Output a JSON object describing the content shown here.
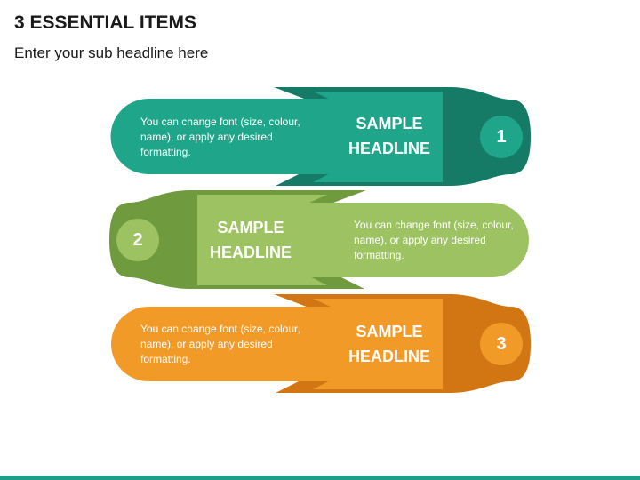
{
  "header": {
    "title": "3 ESSENTIAL ITEMS",
    "subtitle": "Enter your sub headline here"
  },
  "items": [
    {
      "number": "1",
      "headline": "SAMPLE HEADLINE",
      "body": "You can change font (size, colour, name), or apply any desired formatting.",
      "color_main": "#1fa58a",
      "color_dark": "#157a66",
      "color_circle": "#1fa58a"
    },
    {
      "number": "2",
      "headline": "SAMPLE HEADLINE",
      "body": "You can change font (size, colour, name), or apply any desired formatting.",
      "color_main": "#9dc261",
      "color_dark": "#6f9a3d",
      "color_circle": "#9dc261"
    },
    {
      "number": "3",
      "headline": "SAMPLE HEADLINE",
      "body": "You can change font (size, colour, name), or apply any desired formatting.",
      "color_main": "#f29a27",
      "color_dark": "#d17613",
      "color_circle": "#f29a27"
    }
  ]
}
